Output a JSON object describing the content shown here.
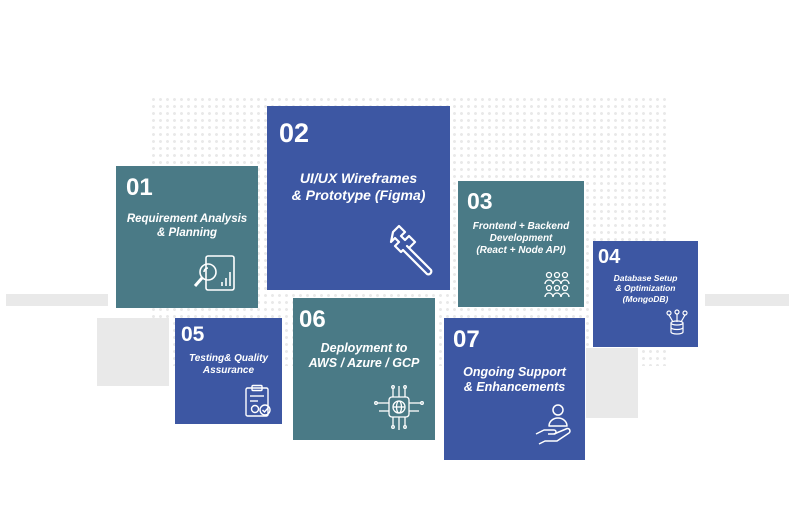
{
  "steps": [
    {
      "number": "01",
      "line1": "Requirement Analysis",
      "line2": "& Planning",
      "icon": "analysis-magnifier-chart-icon"
    },
    {
      "number": "02",
      "line1": "UI/UX Wireframes",
      "line2": "& Prototype (Figma)",
      "icon": "wrench-icon"
    },
    {
      "number": "03",
      "line1": "Frontend + Backend",
      "line2": "Development",
      "line3": "(React + Node API)",
      "icon": "team-people-icon"
    },
    {
      "number": "04",
      "line1": "Database Setup",
      "line2": "& Optimization",
      "line3": "(MongoDB)",
      "icon": "database-icon"
    },
    {
      "number": "05",
      "line1": "Testing& Quality",
      "line2": "Assurance",
      "icon": "clipboard-checklist-icon"
    },
    {
      "number": "06",
      "line1": "Deployment to",
      "line2": "AWS / Azure / GCP",
      "icon": "globe-circuit-icon"
    },
    {
      "number": "07",
      "line1": "Ongoing Support",
      "line2": "& Enhancements",
      "icon": "hand-support-person-icon"
    }
  ],
  "colors": {
    "blue": "#3d57a3",
    "teal": "#4a7a86",
    "background": "#ffffff"
  }
}
